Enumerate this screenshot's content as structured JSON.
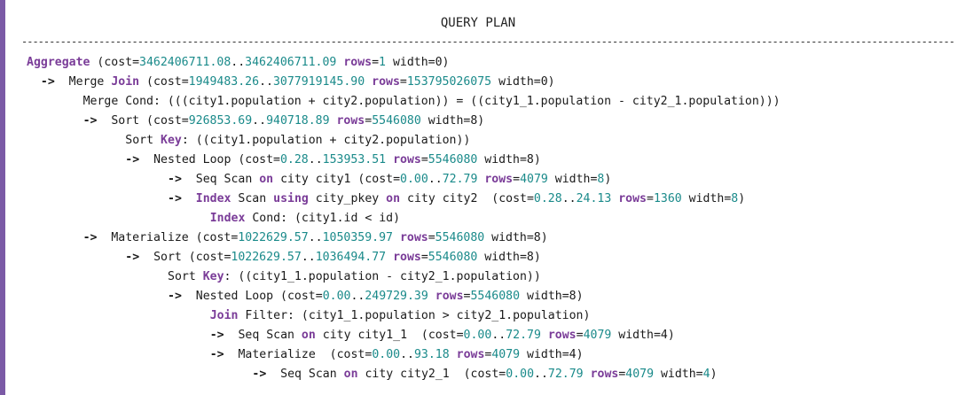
{
  "header": {
    "title": "QUERY PLAN"
  },
  "rule": "------------------------------------------------------------------------------------------------------------------------------------------------------------------------------------------",
  "plan_lines": [
    {
      "indent": 0,
      "parts": [
        {
          "t": "Aggregate",
          "k": "kw"
        },
        {
          "t": " (cost="
        },
        {
          "t": "3462406711.08",
          "k": "num"
        },
        {
          "t": ".."
        },
        {
          "t": "3462406711.09",
          "k": "num"
        },
        {
          "t": " "
        },
        {
          "t": "rows",
          "k": "kw"
        },
        {
          "t": "="
        },
        {
          "t": "1",
          "k": "num"
        },
        {
          "t": " width=0)"
        }
      ]
    },
    {
      "indent": 2,
      "parts": [
        {
          "t": "->",
          "k": "arrow"
        },
        {
          "t": "  Merge "
        },
        {
          "t": "Join",
          "k": "kw"
        },
        {
          "t": " (cost="
        },
        {
          "t": "1949483.26",
          "k": "num"
        },
        {
          "t": ".."
        },
        {
          "t": "3077919145.90",
          "k": "num"
        },
        {
          "t": " "
        },
        {
          "t": "rows",
          "k": "kw"
        },
        {
          "t": "="
        },
        {
          "t": "153795026075",
          "k": "num"
        },
        {
          "t": " width=0)"
        }
      ]
    },
    {
      "indent": 8,
      "parts": [
        {
          "t": "Merge Cond: (((city1.population + city2.population)) = ((city1_1.population - city2_1.population)))"
        }
      ]
    },
    {
      "indent": 8,
      "parts": [
        {
          "t": "->",
          "k": "arrow"
        },
        {
          "t": "  Sort (cost="
        },
        {
          "t": "926853.69",
          "k": "num"
        },
        {
          "t": ".."
        },
        {
          "t": "940718.89",
          "k": "num"
        },
        {
          "t": " "
        },
        {
          "t": "rows",
          "k": "kw"
        },
        {
          "t": "="
        },
        {
          "t": "5546080",
          "k": "num"
        },
        {
          "t": " width=8)"
        }
      ]
    },
    {
      "indent": 14,
      "parts": [
        {
          "t": "Sort "
        },
        {
          "t": "Key",
          "k": "kw"
        },
        {
          "t": ": ((city1.population + city2.population))"
        }
      ]
    },
    {
      "indent": 14,
      "parts": [
        {
          "t": "->",
          "k": "arrow"
        },
        {
          "t": "  Nested Loop (cost="
        },
        {
          "t": "0.28",
          "k": "num"
        },
        {
          "t": ".."
        },
        {
          "t": "153953.51",
          "k": "num"
        },
        {
          "t": " "
        },
        {
          "t": "rows",
          "k": "kw"
        },
        {
          "t": "="
        },
        {
          "t": "5546080",
          "k": "num"
        },
        {
          "t": " width=8)"
        }
      ]
    },
    {
      "indent": 20,
      "parts": [
        {
          "t": "->",
          "k": "arrow"
        },
        {
          "t": "  Seq Scan "
        },
        {
          "t": "on",
          "k": "kw"
        },
        {
          "t": " city city1 (cost="
        },
        {
          "t": "0.00",
          "k": "num"
        },
        {
          "t": ".."
        },
        {
          "t": "72.79",
          "k": "num"
        },
        {
          "t": " "
        },
        {
          "t": "rows",
          "k": "kw"
        },
        {
          "t": "="
        },
        {
          "t": "4079",
          "k": "num"
        },
        {
          "t": " width="
        },
        {
          "t": "8",
          "k": "num"
        },
        {
          "t": ")"
        }
      ]
    },
    {
      "indent": 20,
      "parts": [
        {
          "t": "->",
          "k": "arrow"
        },
        {
          "t": "  "
        },
        {
          "t": "Index",
          "k": "kw"
        },
        {
          "t": " Scan "
        },
        {
          "t": "using",
          "k": "kw"
        },
        {
          "t": " city_pkey "
        },
        {
          "t": "on",
          "k": "kw"
        },
        {
          "t": " city city2  (cost="
        },
        {
          "t": "0.28",
          "k": "num"
        },
        {
          "t": ".."
        },
        {
          "t": "24.13",
          "k": "num"
        },
        {
          "t": " "
        },
        {
          "t": "rows",
          "k": "kw"
        },
        {
          "t": "="
        },
        {
          "t": "1360",
          "k": "num"
        },
        {
          "t": " width="
        },
        {
          "t": "8",
          "k": "num"
        },
        {
          "t": ")"
        }
      ]
    },
    {
      "indent": 26,
      "parts": [
        {
          "t": "Index",
          "k": "kw"
        },
        {
          "t": " Cond: (city1.id < id)"
        }
      ]
    },
    {
      "indent": 8,
      "parts": [
        {
          "t": "->",
          "k": "arrow"
        },
        {
          "t": "  Materialize (cost="
        },
        {
          "t": "1022629.57",
          "k": "num"
        },
        {
          "t": ".."
        },
        {
          "t": "1050359.97",
          "k": "num"
        },
        {
          "t": " "
        },
        {
          "t": "rows",
          "k": "kw"
        },
        {
          "t": "="
        },
        {
          "t": "5546080",
          "k": "num"
        },
        {
          "t": " width=8)"
        }
      ]
    },
    {
      "indent": 14,
      "parts": [
        {
          "t": "->",
          "k": "arrow"
        },
        {
          "t": "  Sort (cost="
        },
        {
          "t": "1022629.57",
          "k": "num"
        },
        {
          "t": ".."
        },
        {
          "t": "1036494.77",
          "k": "num"
        },
        {
          "t": " "
        },
        {
          "t": "rows",
          "k": "kw"
        },
        {
          "t": "="
        },
        {
          "t": "5546080",
          "k": "num"
        },
        {
          "t": " width=8)"
        }
      ]
    },
    {
      "indent": 20,
      "parts": [
        {
          "t": "Sort "
        },
        {
          "t": "Key",
          "k": "kw"
        },
        {
          "t": ": ((city1_1.population - city2_1.population))"
        }
      ]
    },
    {
      "indent": 20,
      "parts": [
        {
          "t": "->",
          "k": "arrow"
        },
        {
          "t": "  Nested Loop (cost="
        },
        {
          "t": "0.00",
          "k": "num"
        },
        {
          "t": ".."
        },
        {
          "t": "249729.39",
          "k": "num"
        },
        {
          "t": " "
        },
        {
          "t": "rows",
          "k": "kw"
        },
        {
          "t": "="
        },
        {
          "t": "5546080",
          "k": "num"
        },
        {
          "t": " width=8)"
        }
      ]
    },
    {
      "indent": 26,
      "parts": [
        {
          "t": "Join",
          "k": "kw"
        },
        {
          "t": " Filter: (city1_1.population > city2_1.population)"
        }
      ]
    },
    {
      "indent": 26,
      "parts": [
        {
          "t": "->",
          "k": "arrow"
        },
        {
          "t": "  Seq Scan "
        },
        {
          "t": "on",
          "k": "kw"
        },
        {
          "t": " city city1_1  (cost="
        },
        {
          "t": "0.00",
          "k": "num"
        },
        {
          "t": ".."
        },
        {
          "t": "72.79",
          "k": "num"
        },
        {
          "t": " "
        },
        {
          "t": "rows",
          "k": "kw"
        },
        {
          "t": "="
        },
        {
          "t": "4079",
          "k": "num"
        },
        {
          "t": " width=4)"
        }
      ]
    },
    {
      "indent": 26,
      "parts": [
        {
          "t": "->",
          "k": "arrow"
        },
        {
          "t": "  Materialize  (cost="
        },
        {
          "t": "0.00",
          "k": "num"
        },
        {
          "t": ".."
        },
        {
          "t": "93.18",
          "k": "num"
        },
        {
          "t": " "
        },
        {
          "t": "rows",
          "k": "kw"
        },
        {
          "t": "="
        },
        {
          "t": "4079",
          "k": "num"
        },
        {
          "t": " width=4)"
        }
      ]
    },
    {
      "indent": 32,
      "parts": [
        {
          "t": "->",
          "k": "arrow"
        },
        {
          "t": "  Seq Scan "
        },
        {
          "t": "on",
          "k": "kw"
        },
        {
          "t": " city city2_1  (cost="
        },
        {
          "t": "0.00",
          "k": "num"
        },
        {
          "t": ".."
        },
        {
          "t": "72.79",
          "k": "num"
        },
        {
          "t": " "
        },
        {
          "t": "rows",
          "k": "kw"
        },
        {
          "t": "="
        },
        {
          "t": "4079",
          "k": "num"
        },
        {
          "t": " width="
        },
        {
          "t": "4",
          "k": "num"
        },
        {
          "t": ")"
        }
      ]
    }
  ],
  "colors": {
    "accent_bar": "#7b5aa6",
    "keyword": "#7a3c98",
    "number": "#1a8a8a"
  }
}
